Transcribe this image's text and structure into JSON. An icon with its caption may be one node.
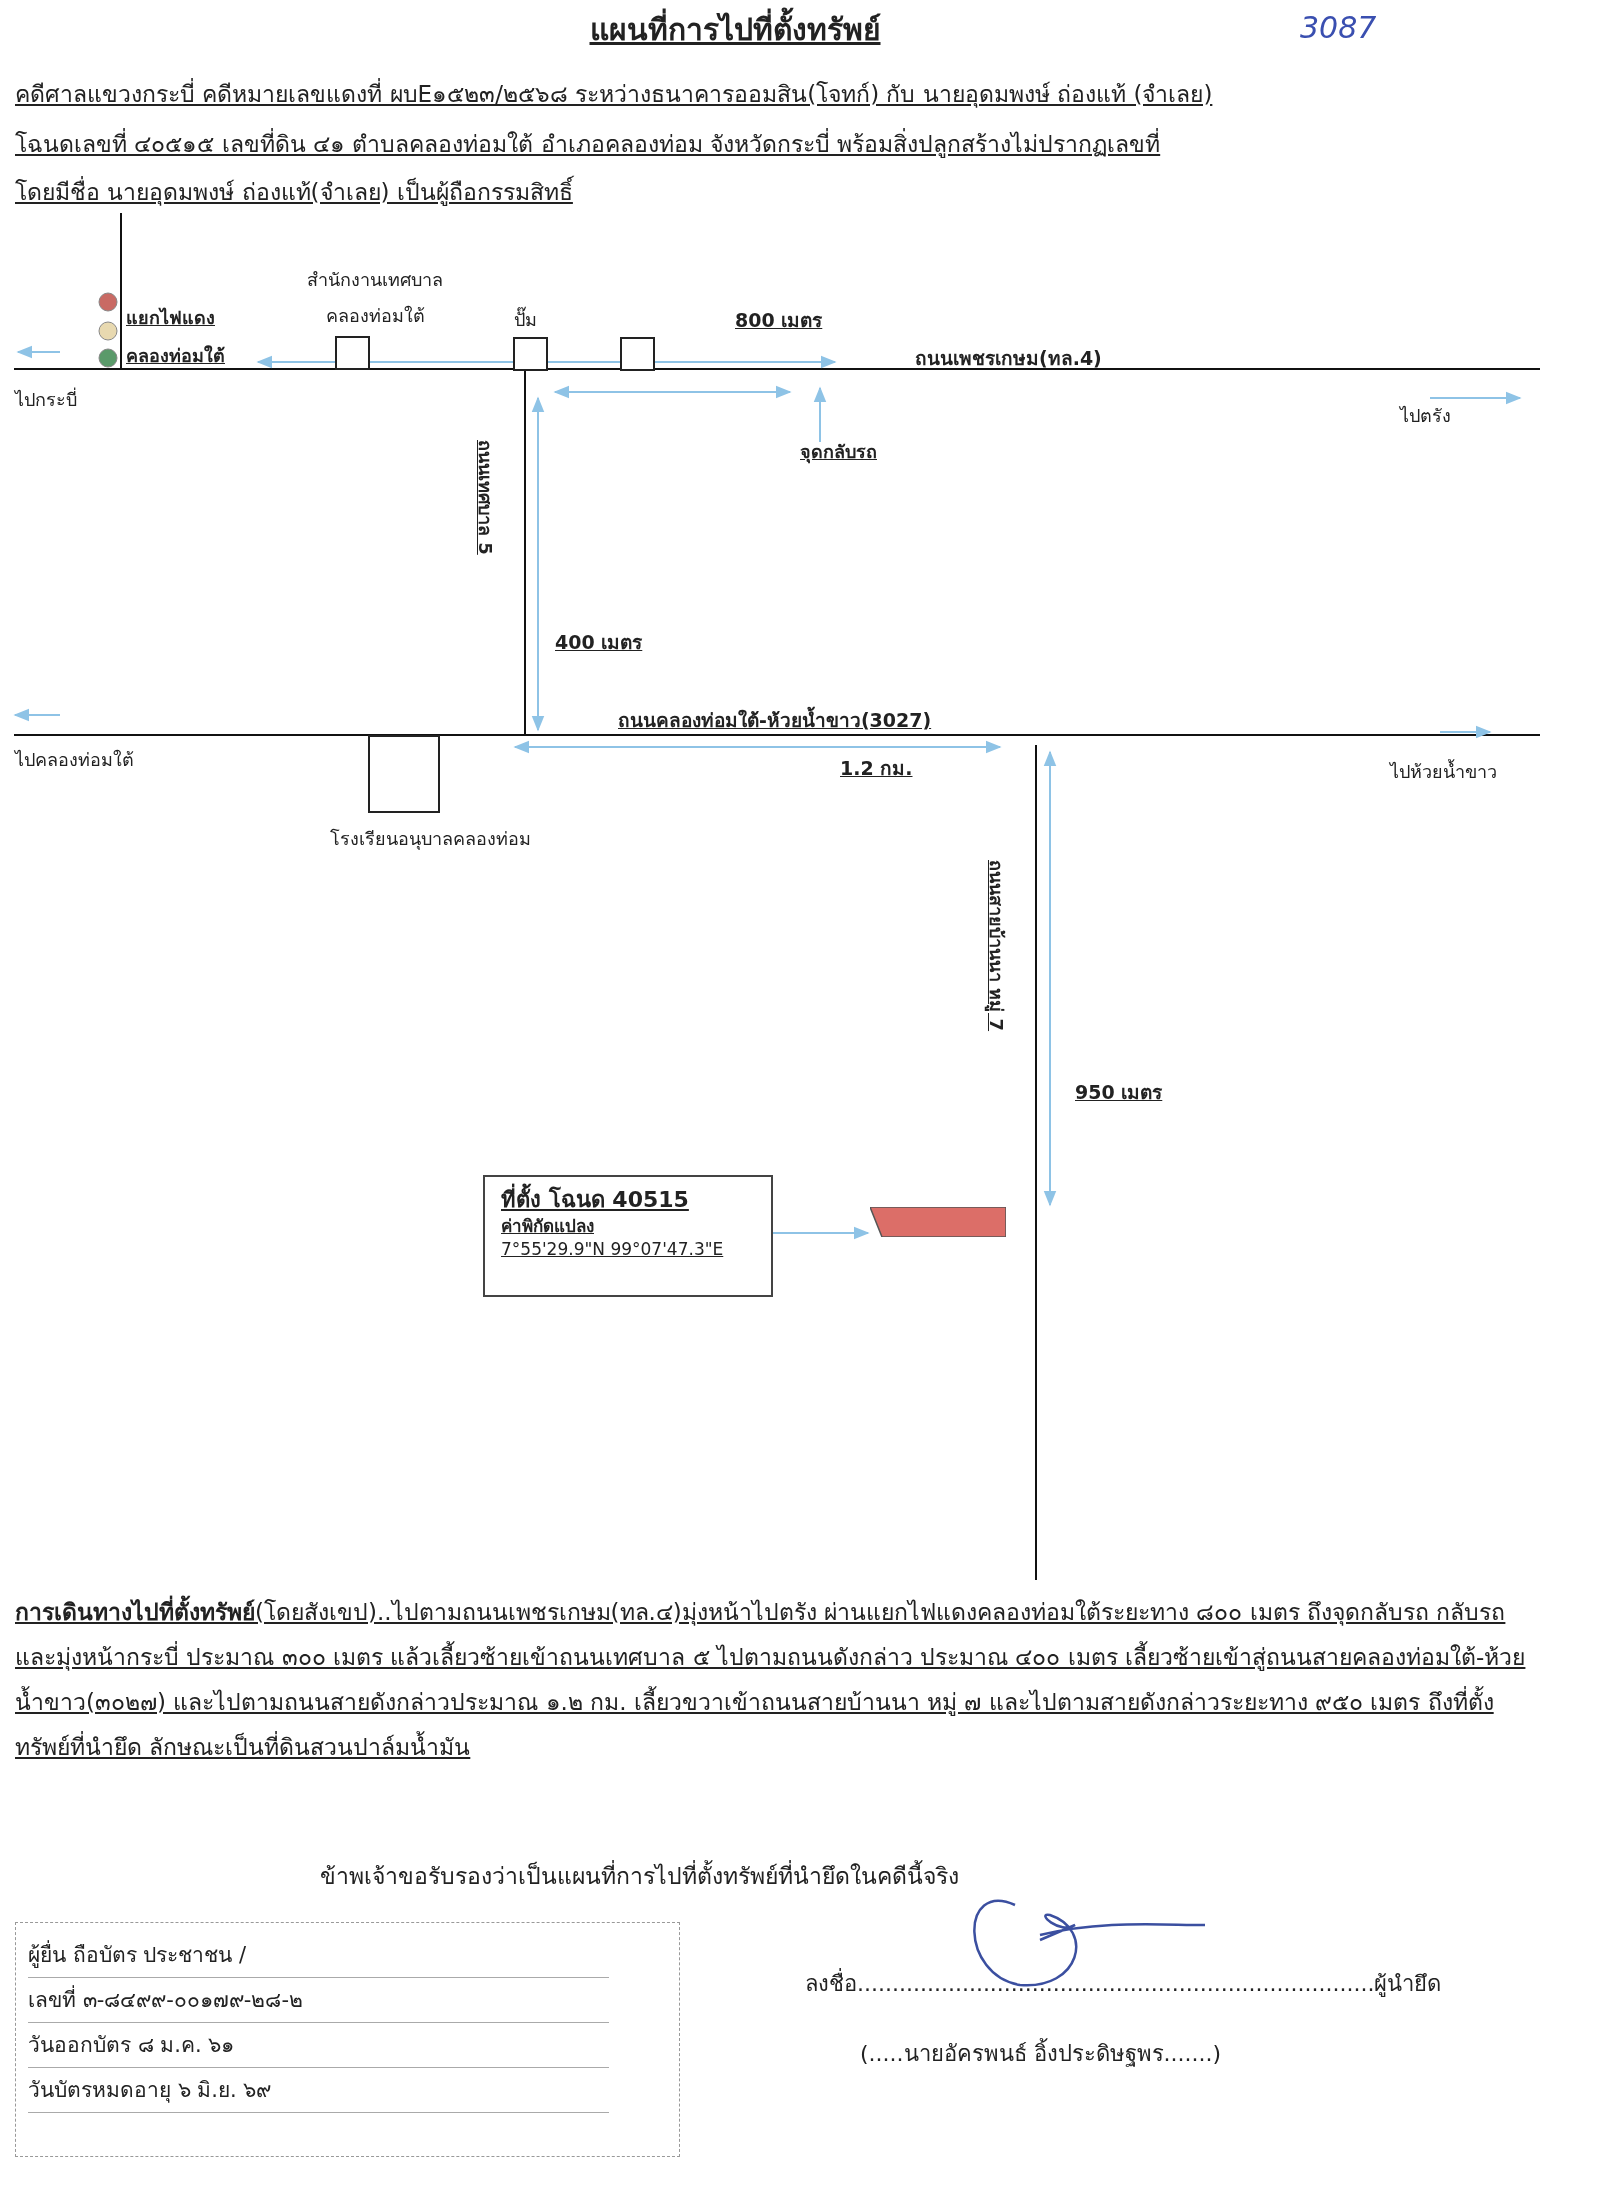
{
  "diagram": {
    "title": "แผนที่การไปที่ตั้งทรัพย์",
    "nodes": [
      {
        "text": [
          "สำนักงานเทศบาล คลองท่อมใต้"
        ]
      },
      {
        "text": [
          "ปั๊ม"
        ]
      },
      {
        "text": [],
        "shape": "box"
      },
      {
        "text": [
          "โรงเรียนอนุบาลคลองท่อม"
        ]
      },
      {
        "text": [
          "ที่ตั้ง โฉนด 40515",
          "ค่าพิกัดแปลง",
          "7°55'29.9\"N 99°07'47.3\"E"
        ]
      },
      {
        "text": [],
        "shape": "box"
      },
      {
        "text": [
          "ผู้ยื่น ถือบัตร ประชาชน /",
          "เลขที่ ๓-๘๔๙๙-๐๐๑๗๙-๒๘-๒",
          "วันออกบัตร ๘ ม.ค. ๖๑",
          "วันบัตรหมดอายุ ๖ มิ.ย. ๖๙"
        ]
      }
    ],
    "edges": [
      {
        "from": 4,
        "to": 5,
        "arrow": "to",
        "color": "#8ec3e6"
      }
    ],
    "labels": [
      "3087",
      "คดีศาลแขวงกระบี่ คดีหมายเลขแดงที่ ผบE๑๕๒๓/๒๕๖๘ ระหว่างธนาคารออมสิน(โจทก์) กับ นายอุดมพงษ์ ถ่องแท้ (จำเลย)",
      "โฉนดเลขที่ ๔๐๕๑๕ เลขที่ดิน ๔๑ ตำบลคลองท่อมใต้ อำเภอคลองท่อม จังหวัดกระบี่ พร้อมสิ่งปลูกสร้างไม่ปรากฏเลขที่",
      "โดยมีชื่อ นายอุดมพงษ์ ถ่องแท้(จำเลย) เป็นผู้ถือกรรมสิทธิ์",
      "แยกไฟแดง",
      "คลองท่อมใต้",
      "800 เมตร",
      "ถนนเพชรเกษม(ทล.4)",
      "ไปกระบี่",
      "ไปตรัง",
      "จุดกลับรถ",
      "ถนนเทศบาล 5",
      "400 เมตร",
      "ถนนคลองท่อมใต้-ห้วยน้ำขาว(3027)",
      "ไปคลองท่อมใต้",
      "1.2 กม.",
      "ไปห้วยน้ำขาว",
      "ถนนสายบ้านนา หมู่ 7",
      "950 เมตร",
      "**การเดินทางไปที่ตั้งทรัพย์**(โดยสังเขป)..ไปตามถนนเพชรเกษม(ทล.๔)มุ่งหน้าไปตรัง ผ่านแยกไฟแดงคลองท่อมใต้ระยะทาง ๘๐๐ เมตร ถึงจุดกลับรถ กลับรถและมุ่งหน้ากระบี่ ประมาณ ๓๐๐ เมตร แล้วเลี้ยวซ้ายเข้าถนนเทศบาล ๕ ไปตามถนนดังกล่าว ประมาณ ๔๐๐ เมตร เลี้ยวซ้ายเข้าสู่ถนนสายคลองท่อมใต้-ห้วยน้ำขาว(๓๐๒๗) และไปตามถนนสายดังกล่าวประมาณ ๑.๒ กม. เลี้ยวขวาเข้าถนนสายบ้านนา หมู่ ๗ และไปตามสายดังกล่าวระยะทาง ๙๕๐ เมตร ถึงที่ตั้งทรัพย์ที่นำยึด ลักษณะเป็นที่ดินสวนปาล์มน้ำมัน",
      "ข้าพเจ้าขอรับรองว่าเป็นแผนที่การไปที่ตั้งทรัพย์ที่นำยึดในคดีนี้จริง",
      "ลงชื่อ..........................................................................ผู้นำยึด",
      "(.....นายอัครพนธ์ อิ้งประดิษฐพร.......)"
    ]
  }
}
